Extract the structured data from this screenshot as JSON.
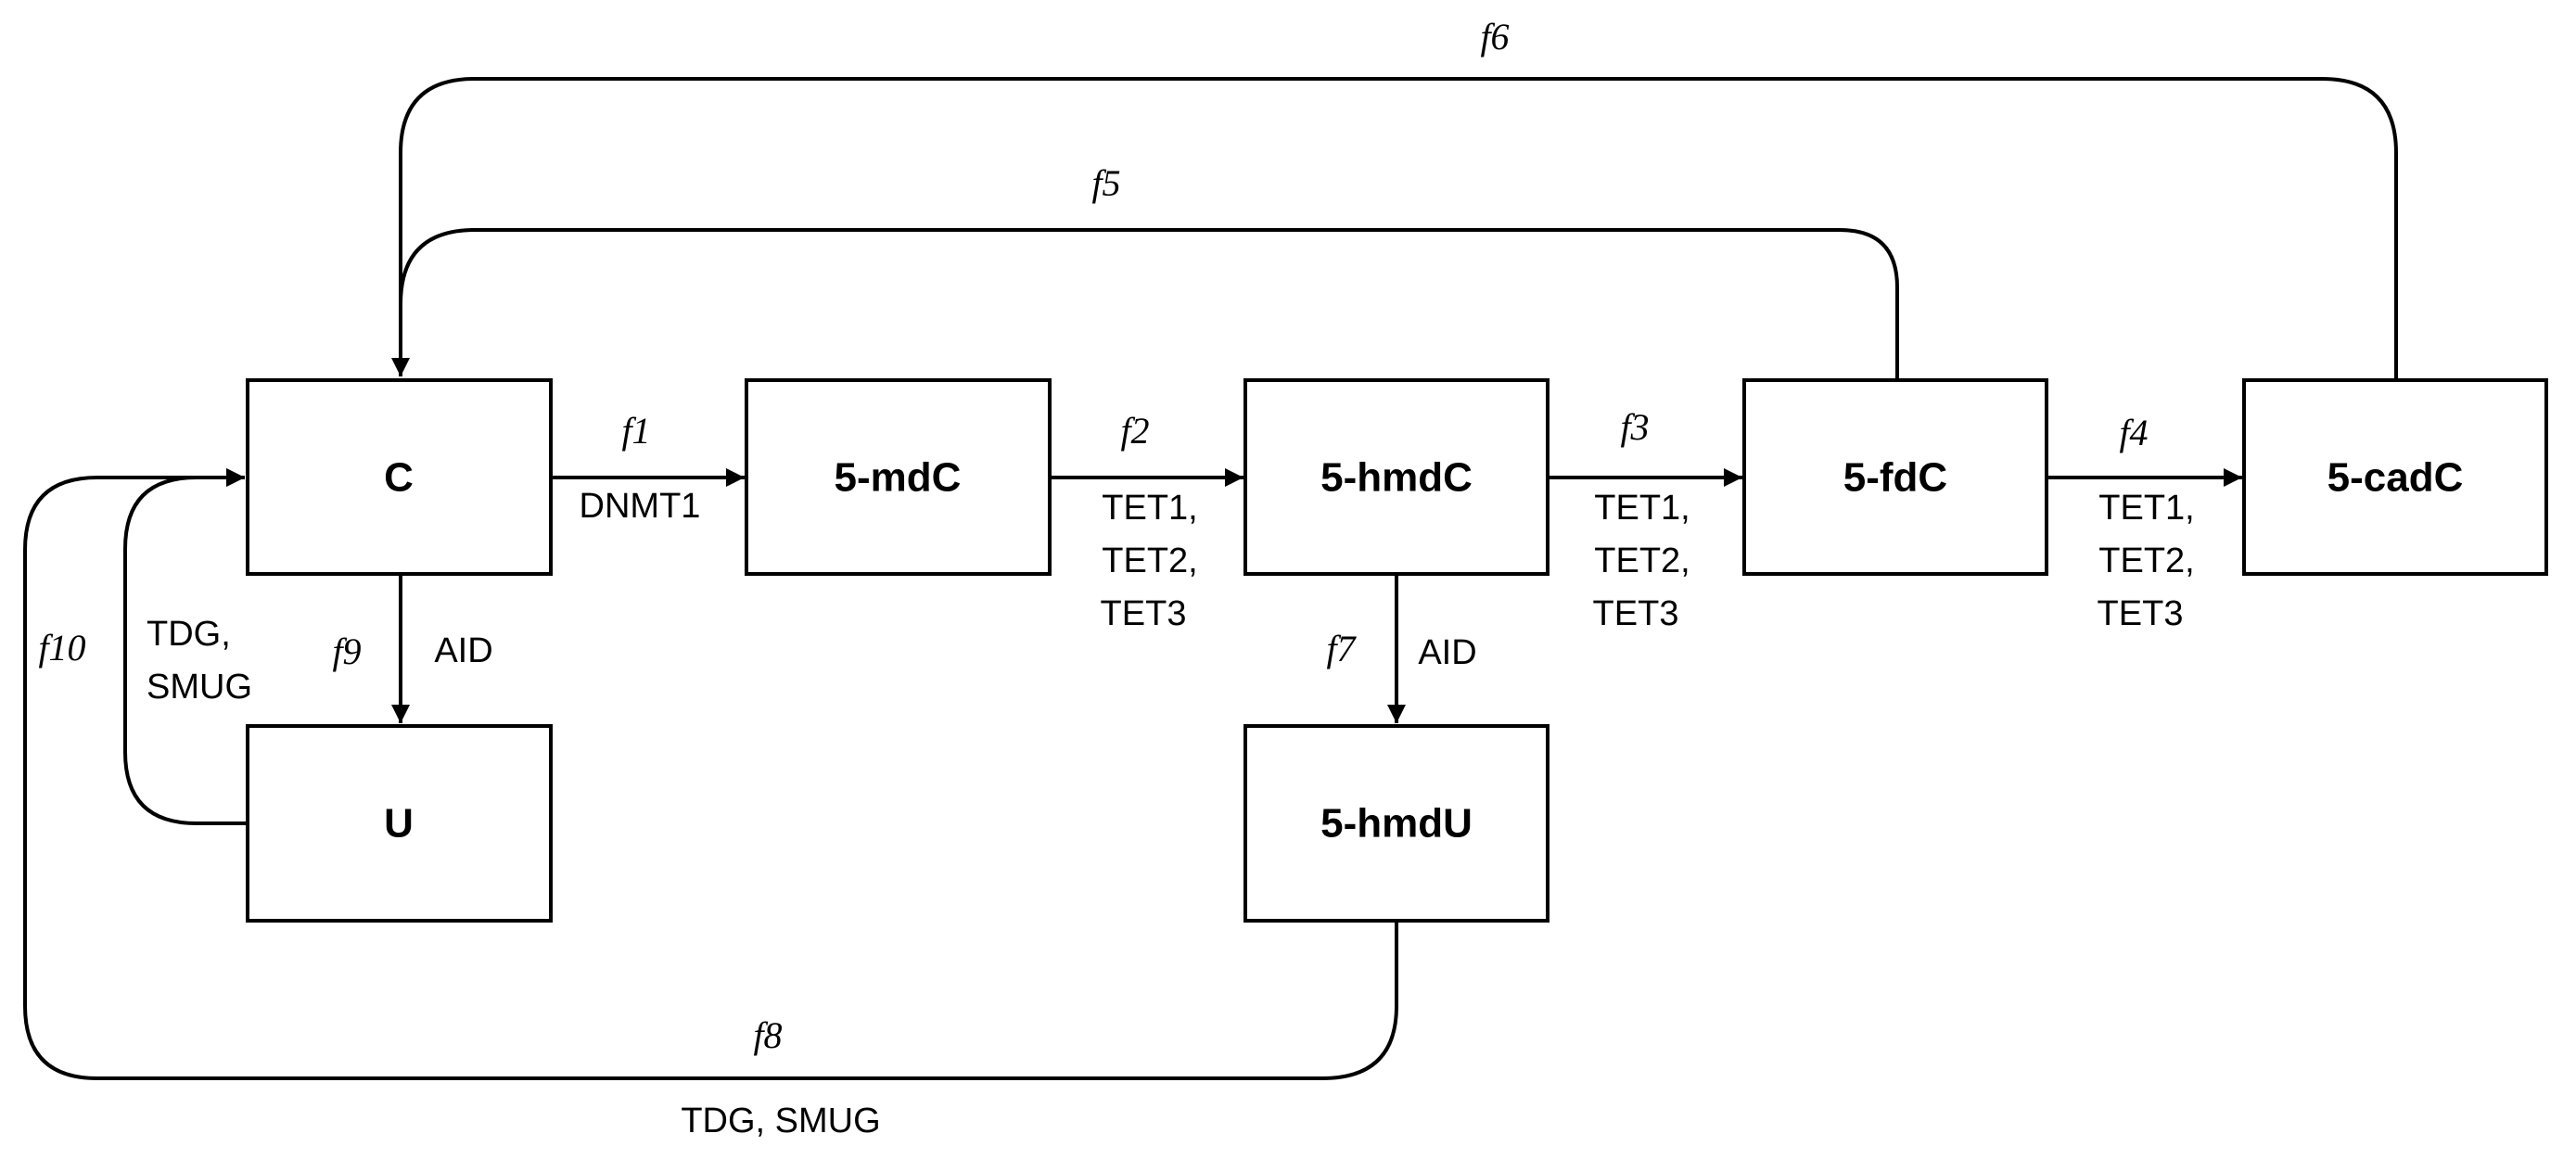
{
  "nodes": {
    "c": "C",
    "mdc": "5-mdC",
    "hmdc": "5-hmdC",
    "fdc": "5-fdC",
    "cadc": "5-cadC",
    "u": "U",
    "hmdu": "5-hmdU"
  },
  "edges": {
    "f1": {
      "flux": "f1",
      "enzymes": [
        "DNMT1"
      ]
    },
    "f2": {
      "flux": "f2",
      "enzymes": [
        "TET1,",
        "TET2,",
        "TET3"
      ]
    },
    "f3": {
      "flux": "f3",
      "enzymes": [
        "TET1,",
        "TET2,",
        "TET3"
      ]
    },
    "f4": {
      "flux": "f4",
      "enzymes": [
        "TET1,",
        "TET2,",
        "TET3"
      ]
    },
    "f5": {
      "flux": "f5"
    },
    "f6": {
      "flux": "f6"
    },
    "f7": {
      "flux": "f7",
      "enzymes": [
        "AID"
      ]
    },
    "f8": {
      "flux": "f8",
      "enzymes": [
        "TDG, SMUG"
      ]
    },
    "f9": {
      "flux": "f9",
      "enzymes": [
        "AID"
      ]
    },
    "f10": {
      "flux": "f10",
      "enzymes": [
        "TDG,",
        "SMUG"
      ]
    }
  },
  "colors": {
    "stroke": "#000000",
    "background": "#ffffff"
  }
}
